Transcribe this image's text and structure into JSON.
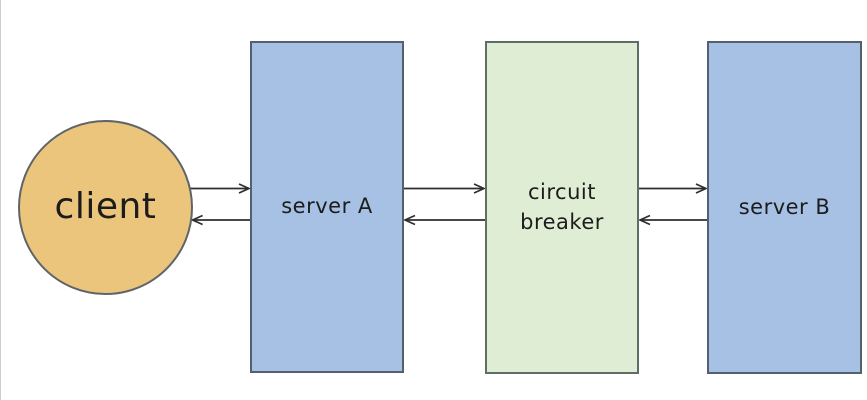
{
  "diagram": {
    "type": "flow-diagram",
    "background": "#ffffff",
    "nodes": [
      {
        "id": "client",
        "label": "client",
        "shape": "circle",
        "fill": "#ecc57c",
        "border": "#5f6468"
      },
      {
        "id": "server-a",
        "label": "server A",
        "shape": "rect",
        "fill": "#a6c1e4",
        "border": "#55606e"
      },
      {
        "id": "circuit-breaker",
        "label": "circuit breaker",
        "shape": "rect",
        "fill": "#dfedd4",
        "border": "#5e6d66"
      },
      {
        "id": "server-b",
        "label": "server B",
        "shape": "rect",
        "fill": "#a6c1e4",
        "border": "#55606e"
      }
    ],
    "edges": [
      {
        "from": "client",
        "to": "server-a"
      },
      {
        "from": "server-a",
        "to": "client"
      },
      {
        "from": "server-a",
        "to": "circuit-breaker"
      },
      {
        "from": "circuit-breaker",
        "to": "server-a"
      },
      {
        "from": "circuit-breaker",
        "to": "server-b"
      },
      {
        "from": "server-b",
        "to": "circuit-breaker"
      }
    ],
    "edge_style": {
      "color": "#2e2e2e",
      "arrowhead": "open-chevron"
    }
  }
}
